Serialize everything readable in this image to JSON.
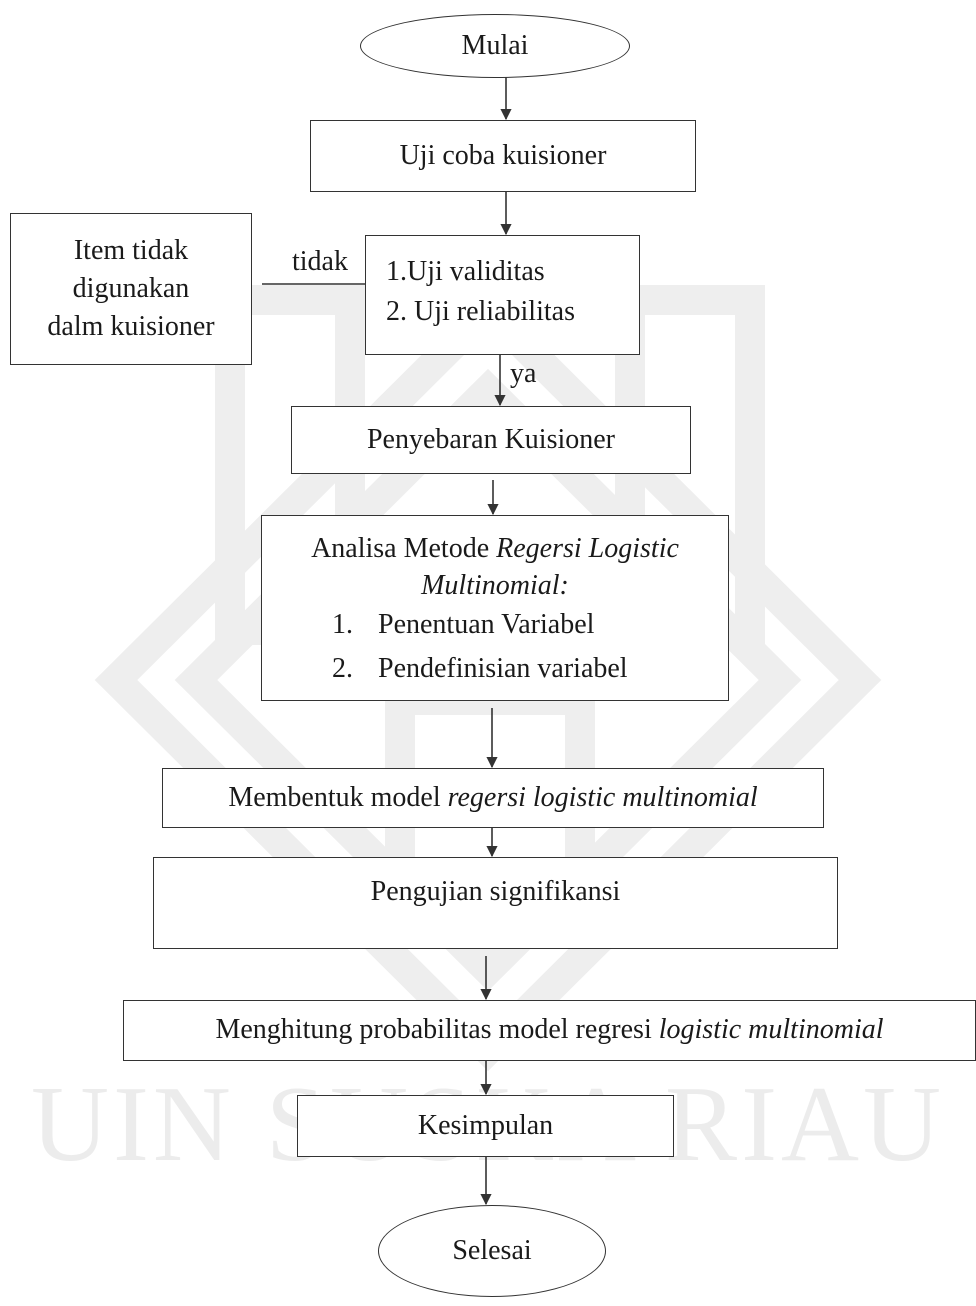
{
  "flowchart": {
    "start": "Mulai",
    "test_questionnaire": "Uji coba kuisioner",
    "rejected_item": {
      "line1": "Item tidak",
      "line2": "digunakan",
      "line3": "dalm kuisioner"
    },
    "validity_step": "1.Uji validitas",
    "reliability_step": "2. Uji reliabilitas",
    "no_label": "tidak",
    "yes_label": "ya",
    "distribution": "Penyebaran Kuisioner",
    "analysis": {
      "prefix": "Analisa Metode ",
      "method_italic_line1": "Regersi Logistic",
      "method_italic_line2": "Multinomial:",
      "steps": [
        {
          "num": "1.",
          "text": "Penentuan Variabel"
        },
        {
          "num": "2.",
          "text": "Pendefinisian variabel"
        }
      ]
    },
    "model": {
      "plain": "Membentuk model ",
      "italic": "regersi logistic multinomial"
    },
    "significance": "Pengujian signifikansi",
    "probability": {
      "plain": "Menghitung probabilitas model regresi ",
      "italic": "logistic multinomial"
    },
    "conclusion": "Kesimpulan",
    "end": "Selesai"
  },
  "watermark": {
    "text": "UIN SUSKA RIAU",
    "color": "#ececec"
  },
  "colors": {
    "line": "#333333",
    "text": "#1a1a1a"
  }
}
